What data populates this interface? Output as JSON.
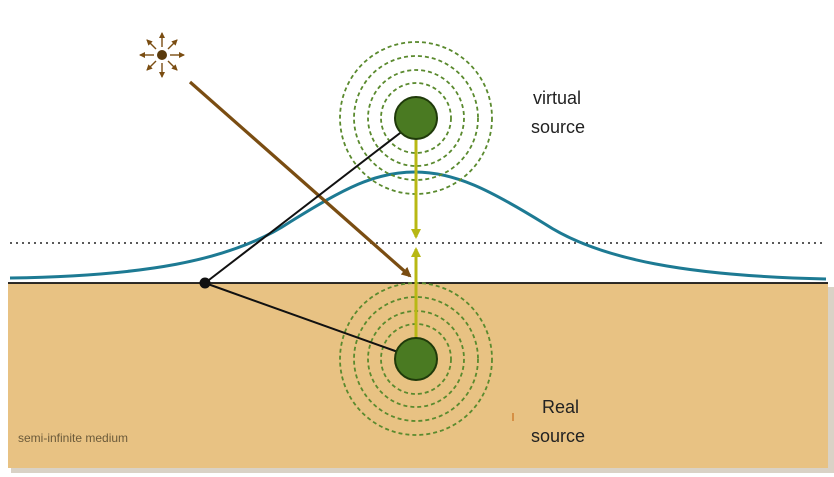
{
  "labels": {
    "virtual_line1": "virtual",
    "virtual_line2": "source",
    "real_line1": "Real",
    "real_line2": "source",
    "medium": "semi-infinite medium"
  },
  "icons": {
    "light_source": "light-source-icon",
    "virtual_source": "virtual-source-icon",
    "real_source": "real-source-icon"
  },
  "colors": {
    "medium_fill": "#e8c283",
    "medium_shadow": "#d9d2c6",
    "source_fill": "#4a7a22",
    "source_stroke": "#1f3a0a",
    "ring_stroke": "#5a8a2e",
    "curve": "#1d7a93",
    "incident_ray": "#7a4d12",
    "vertical_arrow": "#b8b814",
    "path_lines": "#111111"
  }
}
